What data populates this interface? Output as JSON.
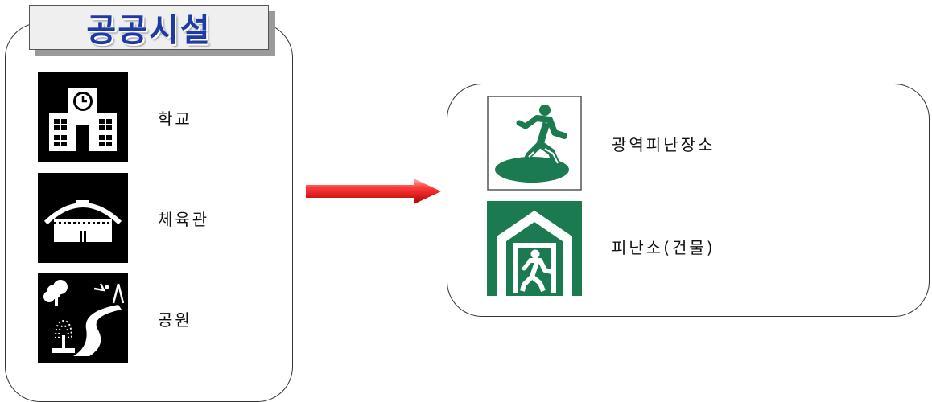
{
  "title": "공공시설",
  "facilities": [
    {
      "label": "학교",
      "icon": "school-icon"
    },
    {
      "label": "체육관",
      "icon": "gymnasium-icon"
    },
    {
      "label": "공원",
      "icon": "park-icon"
    }
  ],
  "destinations": [
    {
      "label": "광역피난장소",
      "icon": "evacuation-area-icon"
    },
    {
      "label": "피난소(건물)",
      "icon": "shelter-building-icon"
    }
  ],
  "colors": {
    "title_text": "#1d3aa8",
    "arrow": "#e8141a",
    "sign_green": "#1b7a50",
    "icon_bg": "#000000"
  }
}
